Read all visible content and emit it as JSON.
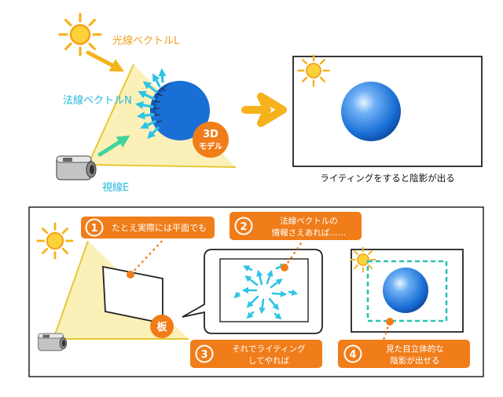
{
  "top": {
    "light_vector_label": "光線ベクトルL",
    "normal_vector_label": "法線ベクトルN",
    "view_label": "視線E",
    "badge_3d_line1": "3D",
    "badge_3d_line2": "モデル",
    "result_caption": "ライティングをすると陰影が出る"
  },
  "bottom": {
    "steps": [
      {
        "number": "1",
        "text_line1": "たとえ実際には平面でも",
        "text_line2": ""
      },
      {
        "number": "2",
        "text_line1": "法線ベクトルの",
        "text_line2": "情報さえあれば……"
      },
      {
        "number": "3",
        "text_line1": "それでライティング",
        "text_line2": "してやれば"
      },
      {
        "number": "4",
        "text_line1": "見た目立体的な",
        "text_line2": "陰影が出せる"
      }
    ],
    "plate_label": "板"
  },
  "colors": {
    "orange": "#f07d1a",
    "light_cone": "#fbf0b8",
    "cone_edge": "#e6c934",
    "arrow_cyan": "#2ec4e6",
    "big_arrow": "#f5b21c",
    "sphere_blue": "#1a6fd6",
    "dashed_teal": "#29c3b5"
  }
}
